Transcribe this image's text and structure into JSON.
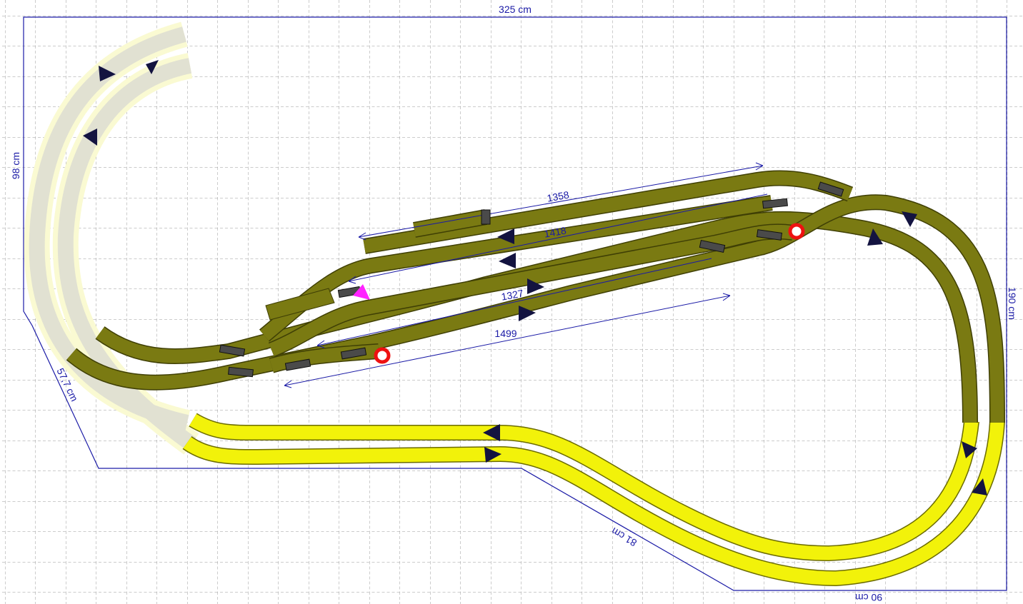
{
  "colors": {
    "grid": "#9a9a9a",
    "dimension": "#1a1aa6",
    "level_track": "#7a7a12",
    "level_track_edge": "#3f3f05",
    "ramp_track": "#f2f20a",
    "ramp_track_edge": "#6b6b00",
    "hidden_track": "#e1e1d2",
    "hidden_halo": "#fafad2",
    "arrow": "#131340",
    "highlight_arrow": "#ff22ff",
    "signal": "#ee1111"
  },
  "dimensions": {
    "top_width": "325 cm",
    "left_height": "98 cm",
    "right_height": "190 cm",
    "diagonal_left": "57,7 cm",
    "diagonal_bottom": "81 cm",
    "bottom_right": "90 cm"
  },
  "track_lengths": {
    "top_track": "1358",
    "second_track": "1418",
    "third_track": "1327",
    "bottom_track": "1499"
  },
  "icons": {
    "direction": "triangle-arrow-icon",
    "signal": "red-ring-signal-icon",
    "turnout_motor": "turnout-motor-icon"
  }
}
